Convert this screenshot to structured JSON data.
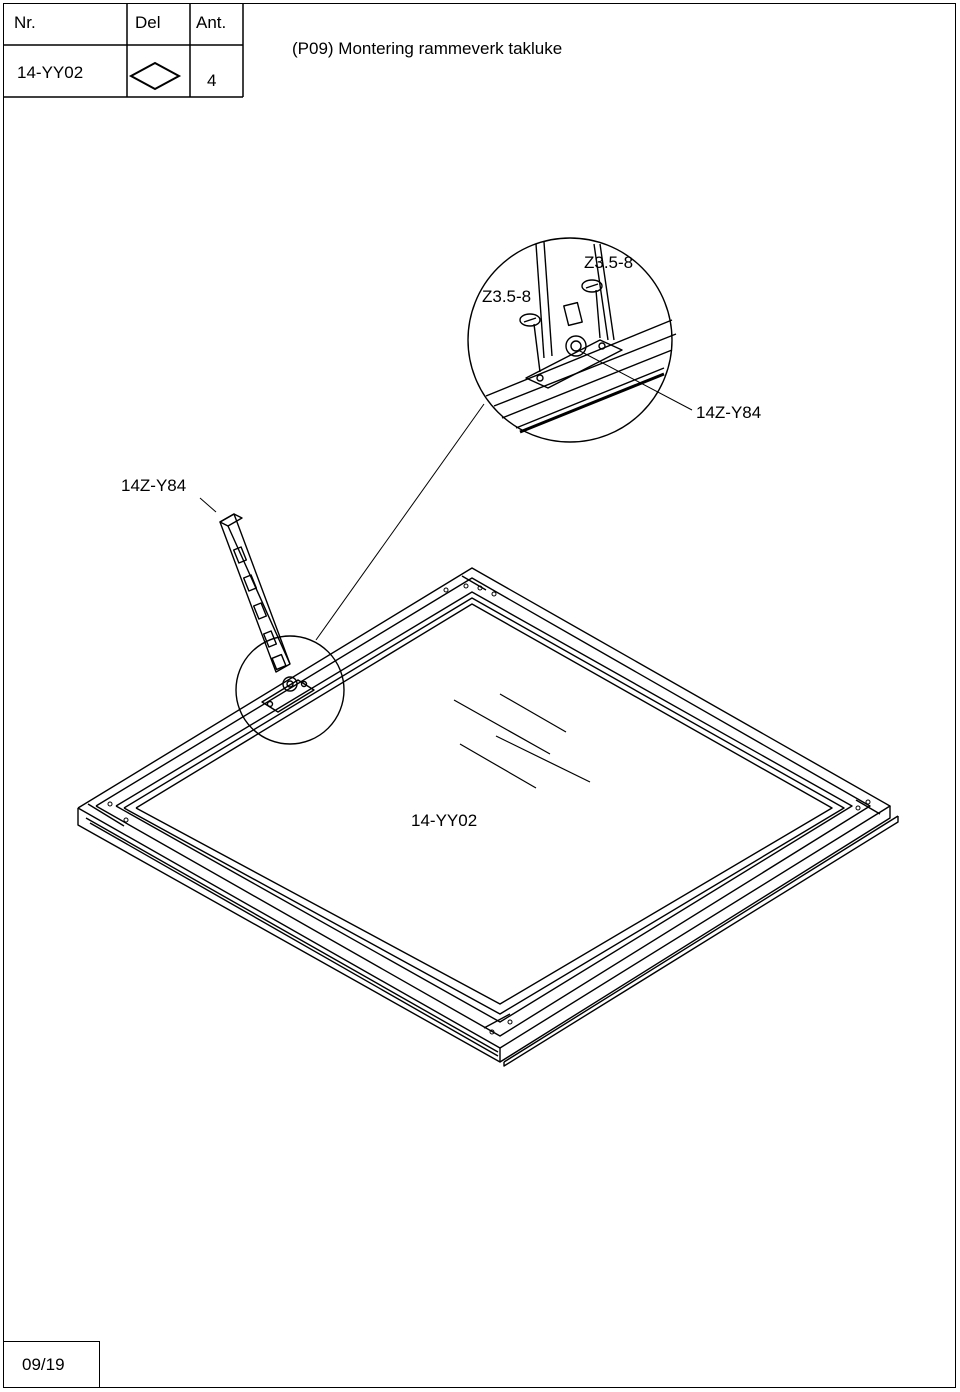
{
  "header": {
    "col_nr": "Nr.",
    "col_del": "Del",
    "col_ant": "Ant.",
    "part_number": "14-YY02",
    "part_shape_icon": "diamond-icon",
    "quantity": "4",
    "title": "(P09)  Montering rammeverk takluke"
  },
  "drawing": {
    "callout_screw_1": "Z3.5-8",
    "callout_screw_2": "Z3.5-8",
    "callout_stay_detail": "14Z-Y84",
    "callout_stay_main": "14Z-Y84",
    "callout_frame": "14-YY02"
  },
  "footer": {
    "page": "09/19"
  }
}
